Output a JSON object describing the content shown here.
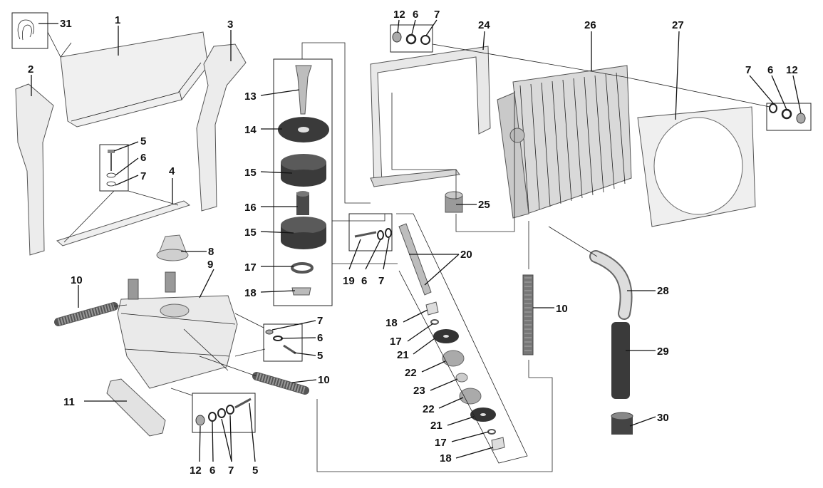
{
  "callouts": [
    "31",
    "1",
    "3",
    "2",
    "5",
    "6",
    "7",
    "4",
    "13",
    "14",
    "15",
    "16",
    "15",
    "17",
    "18",
    "12",
    "6",
    "7",
    "24",
    "26",
    "27",
    "7",
    "6",
    "12",
    "25",
    "19",
    "6",
    "7",
    "20",
    "8",
    "9",
    "10",
    "10",
    "18",
    "17",
    "21",
    "22",
    "23",
    "22",
    "21",
    "17",
    "18",
    "7",
    "6",
    "5",
    "10",
    "11",
    "12",
    "6",
    "7",
    "5",
    "28",
    "29",
    "30"
  ]
}
